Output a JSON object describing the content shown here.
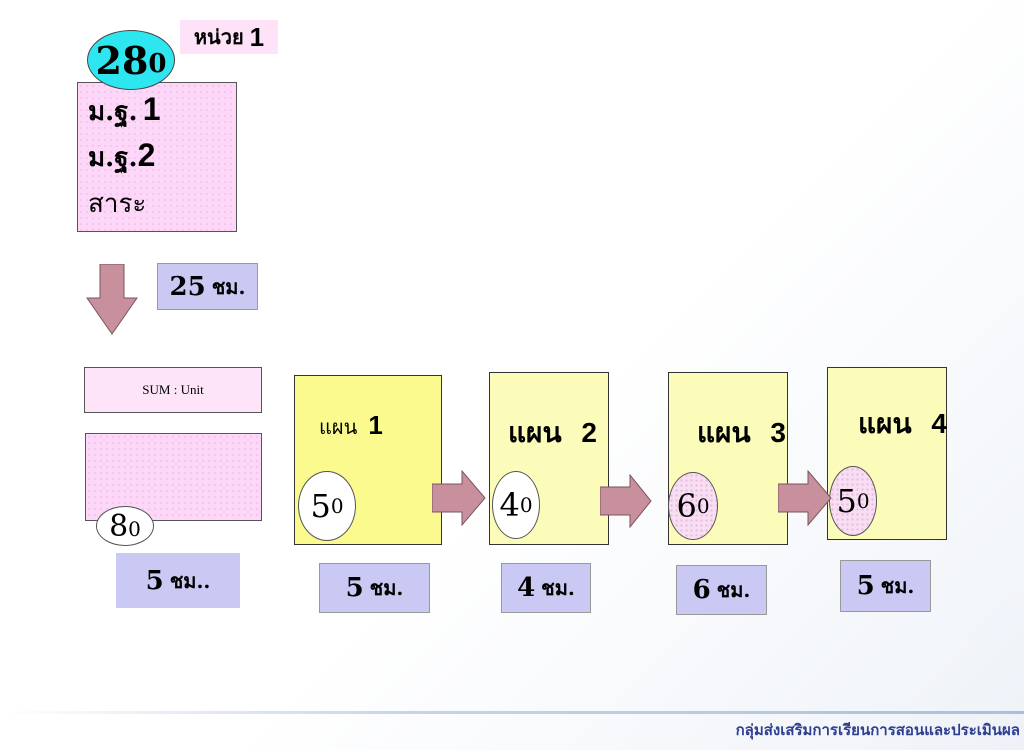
{
  "unit_label": {
    "text": "หน่วย",
    "num": "1"
  },
  "total_badge": {
    "big": "28",
    "small": "0"
  },
  "standards": [
    {
      "text": "ม.ฐ.",
      "num": "1"
    },
    {
      "text": "ม.ฐ.",
      "num": "2"
    },
    {
      "text": "สาระ"
    }
  ],
  "total_hours": {
    "num": "25",
    "unit": "ชม."
  },
  "sum_unit": "SUM : Unit",
  "sum_badge": {
    "big": "8",
    "small": "0"
  },
  "sum_hours": {
    "num": "5",
    "unit": "ชม.."
  },
  "plans": [
    {
      "label": "แผน",
      "num": "1",
      "score_big": "5",
      "score_small": "0",
      "hours_num": "5",
      "hours_unit": "ชม."
    },
    {
      "label": "แผน",
      "num": "2",
      "score_big": "4",
      "score_small": "0",
      "hours_num": "4",
      "hours_unit": "ชม."
    },
    {
      "label": "แผน",
      "num": "3",
      "score_big": "6",
      "score_small": "0",
      "hours_num": "6",
      "hours_unit": "ชม."
    },
    {
      "label": "แผน",
      "num": "4",
      "score_big": "5",
      "score_small": "0",
      "hours_num": "5",
      "hours_unit": "ชม."
    }
  ],
  "footer": "กลุ่มส่งเสริมการเรียนการสอนและประเมินผล",
  "colors": {
    "pink": "#fdd7f7",
    "yellow": "#fcfcba",
    "lavender": "#c9c9f4",
    "cyan": "#2ee6f0",
    "arrow": "#c8909d"
  }
}
